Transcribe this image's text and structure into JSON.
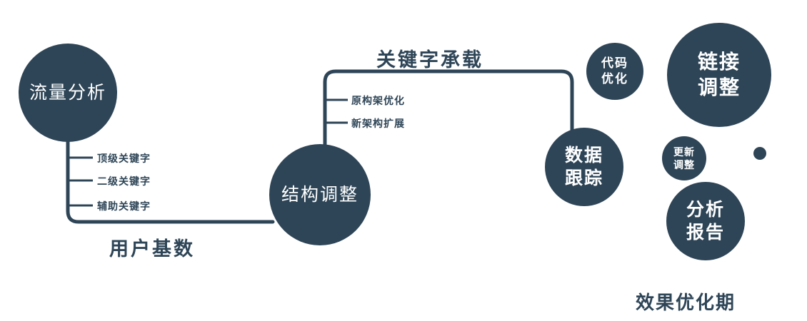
{
  "colors": {
    "primary": "#2e4557",
    "background": "#ffffff",
    "text_on_circle": "#ffffff"
  },
  "circles": {
    "traffic_analysis": {
      "label": "流量分析"
    },
    "structure_adjustment": {
      "label": "结构调整"
    },
    "data_tracking": {
      "lines": [
        "数据",
        "跟踪"
      ]
    },
    "code_optimization": {
      "lines": [
        "代码",
        "优化"
      ]
    },
    "link_adjustment": {
      "lines": [
        "链接",
        "调整"
      ]
    },
    "update_adjustment": {
      "lines": [
        "更新",
        "调整"
      ]
    },
    "analysis_report": {
      "lines": [
        "分析",
        "报告"
      ]
    }
  },
  "edge_labels": {
    "keyword_carrying": "关键字承载",
    "user_base": "用户基数",
    "effect_optimization_period": "效果优化期"
  },
  "branch_labels": {
    "traffic_branches": [
      "顶级关键字",
      "二级关键字",
      "辅助关键字"
    ],
    "structure_branches": [
      "原构架优化",
      "新架构扩展"
    ]
  }
}
